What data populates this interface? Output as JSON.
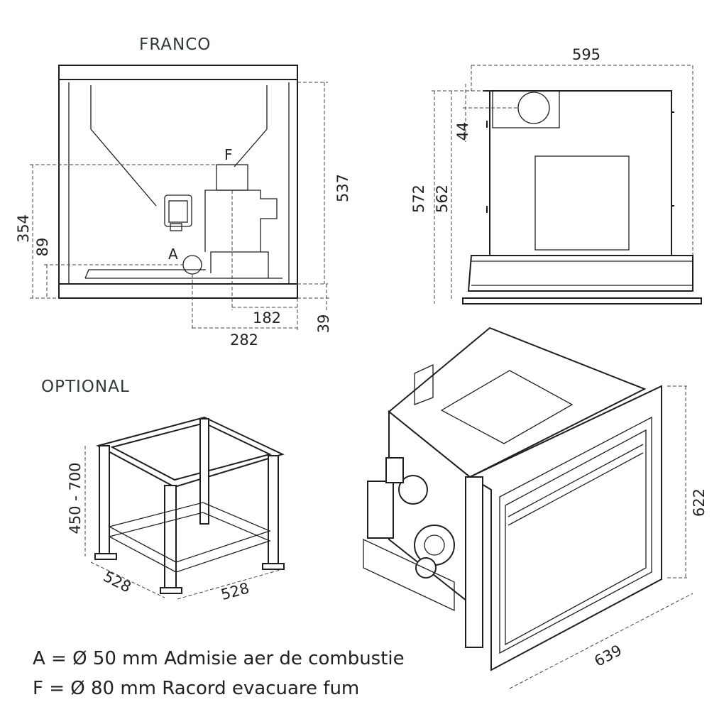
{
  "views": {
    "franco": {
      "title": "FRANCO",
      "label_a": "A",
      "label_f": "F",
      "dims": {
        "height_total": "537",
        "flue_height": "354",
        "air_height": "89",
        "base_height": "39",
        "flue_offset": "182",
        "air_offset": "282"
      }
    },
    "side": {
      "dims": {
        "width": "595",
        "height_outer": "572",
        "height_inner": "562",
        "top_offset": "44"
      }
    },
    "optional": {
      "title": "OPTIONAL",
      "dims": {
        "height_range": "450 - 700",
        "depth": "528",
        "width": "528"
      }
    },
    "iso": {
      "dims": {
        "height": "622",
        "width": "639"
      }
    }
  },
  "legend": {
    "line_a": "A = Ø 50 mm Admisie aer de combustie",
    "line_f": "F = Ø 80 mm Racord evacuare fum"
  }
}
